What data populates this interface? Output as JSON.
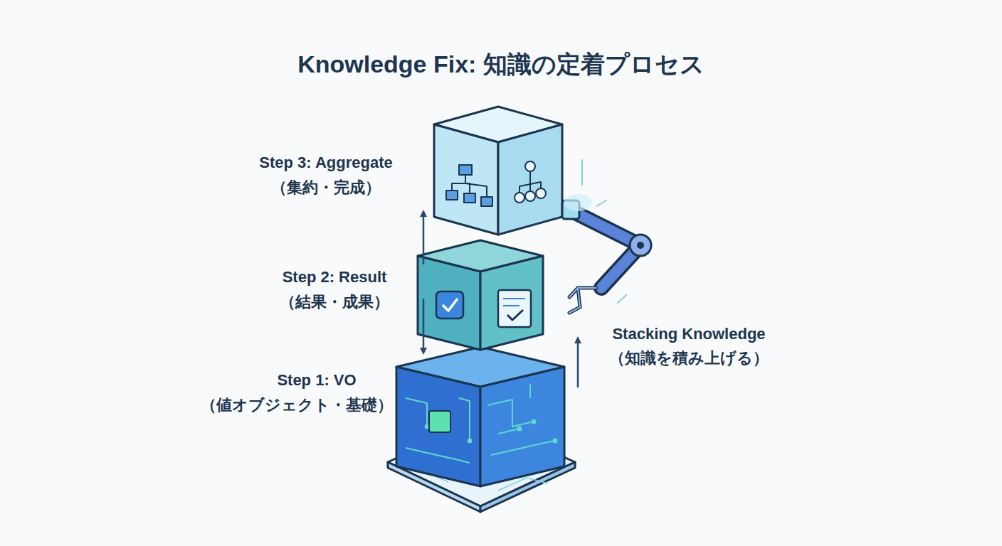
{
  "diagram": {
    "title": "Knowledge Fix: 知識の定着プロセス",
    "labels": [
      "Step 3: Aggregate",
      "（集約・完成）",
      "Step 2: Result",
      "（結果・成果）",
      "Step 1: VO",
      "（値オブジェクト・基礎）",
      "Stacking Knowledge",
      "（知識を積み上げる）"
    ]
  }
}
